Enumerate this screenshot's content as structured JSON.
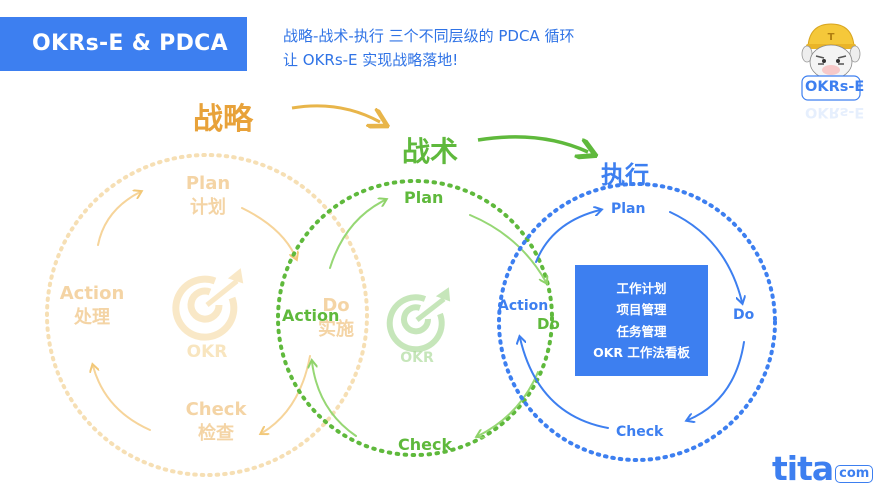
{
  "header": {
    "badge": "OKRs-E & PDCA",
    "subtitle_line1": "战略-战术-执行 三个不同层级的 PDCA 循环",
    "subtitle_line2": "让 OKRs-E 实现战略落地!"
  },
  "stages": {
    "strategy": "战略",
    "tactics": "战术",
    "execution": "执行"
  },
  "strategy_cycle": {
    "plan_en": "Plan",
    "plan_cn": "计划",
    "do_en": "Do",
    "do_cn": "实施",
    "check_en": "Check",
    "check_cn": "检查",
    "action_en": "Action",
    "action_cn": "处理",
    "center": "OKR"
  },
  "tactics_cycle": {
    "plan": "Plan",
    "action": "Action",
    "check": "Check",
    "center": "OKR"
  },
  "execution_cycle": {
    "plan": "Plan",
    "do": "Do",
    "check": "Check",
    "action": "Action",
    "do_inner": "Do",
    "tools": [
      "工作计划",
      "项目管理",
      "任务管理",
      "OKR 工作法看板"
    ]
  },
  "mascot": {
    "brand": "OKRs-E",
    "reflection": "OKRs-E"
  },
  "footer_logo": {
    "name": "tita",
    "suffix": "com"
  },
  "colors": {
    "strategy": "#f0c060",
    "strategy_text": "#e8a23a",
    "tactics": "#5fb93c",
    "execution": "#3d7ff0",
    "badge_bg": "#3d7ff0"
  },
  "icons": [
    "target-icon",
    "arrow-right-icon",
    "zebra-mascot-icon"
  ]
}
